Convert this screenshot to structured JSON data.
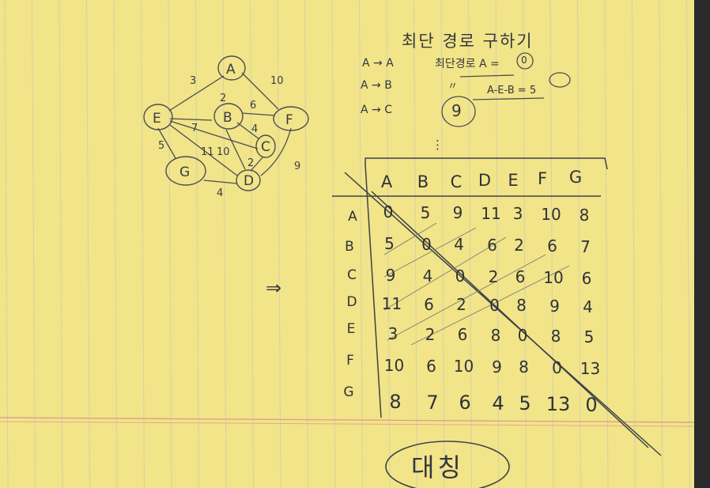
{
  "title": "최단 경로 구하기",
  "graph": {
    "nodes": [
      "A",
      "B",
      "C",
      "D",
      "E",
      "F",
      "G"
    ],
    "edge_weights": [
      "3",
      "10",
      "2",
      "6",
      "4",
      "11",
      "10",
      "7",
      "2",
      "5",
      "4",
      "9"
    ]
  },
  "notes": [
    {
      "route": "A → A",
      "desc": "최단경로 A =",
      "value": "0"
    },
    {
      "route": "A → B",
      "desc": "〃",
      "value": "A-E-B = 5"
    },
    {
      "route": "A → C",
      "desc": "",
      "value": "9"
    }
  ],
  "dots": "⋮",
  "arrow_mark": "⇒",
  "matrix": {
    "columns": [
      "A",
      "B",
      "C",
      "D",
      "E",
      "F",
      "G"
    ],
    "rows": [
      {
        "label": "A",
        "values": [
          "0",
          "5",
          "9",
          "11",
          "3",
          "10",
          "8"
        ]
      },
      {
        "label": "B",
        "values": [
          "5",
          "0",
          "4",
          "6",
          "2",
          "6",
          "7"
        ]
      },
      {
        "label": "C",
        "values": [
          "9",
          "4",
          "0",
          "2",
          "6",
          "10",
          "6"
        ]
      },
      {
        "label": "D",
        "values": [
          "11",
          "6",
          "2",
          "0",
          "8",
          "9",
          "4"
        ]
      },
      {
        "label": "E",
        "values": [
          "3",
          "2",
          "6",
          "8",
          "0",
          "8",
          "5"
        ]
      },
      {
        "label": "F",
        "values": [
          "10",
          "6",
          "10",
          "9",
          "8",
          "0",
          "13"
        ]
      },
      {
        "label": "G",
        "values": [
          "8",
          "7",
          "6",
          "4",
          "5",
          "13",
          "0"
        ]
      }
    ]
  },
  "symmetric_label": "대칭"
}
